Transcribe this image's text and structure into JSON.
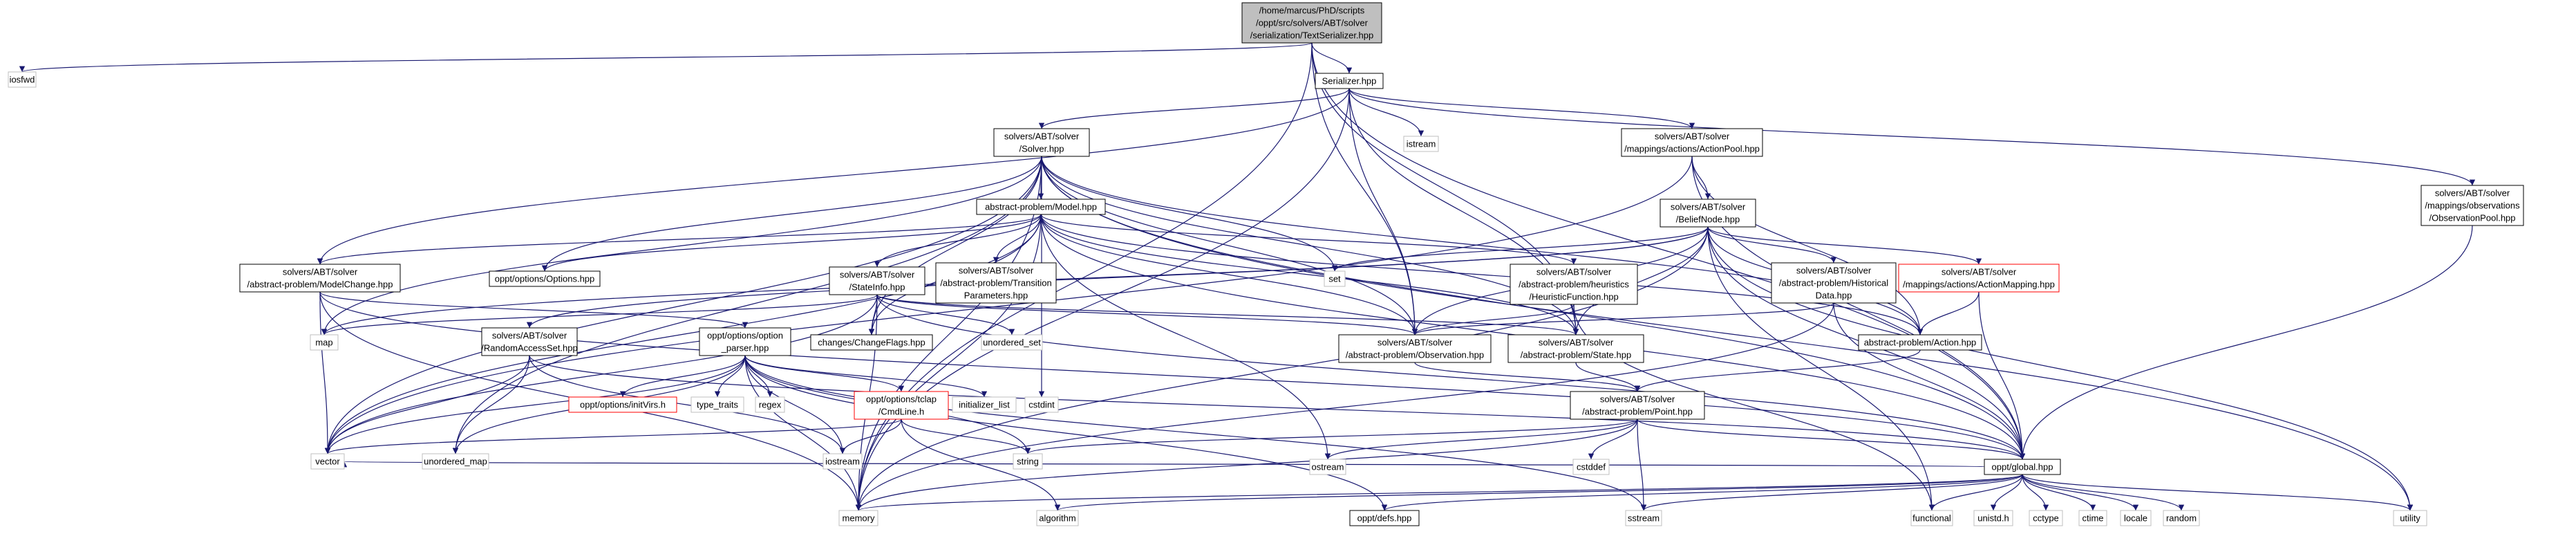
{
  "diagram": {
    "title_lines": [
      "/home/marcus/PhD/scripts",
      "/oppt/src/solvers/ABT/solver",
      "/serialization/TextSerializer.hpp"
    ],
    "nodes": {
      "root": {
        "lines": [
          "/home/marcus/PhD/scripts",
          "/oppt/src/solvers/ABT/solver",
          "/serialization/TextSerializer.hpp"
        ]
      },
      "iosfwd": {
        "lines": [
          "iosfwd"
        ]
      },
      "serializer": {
        "lines": [
          "Serializer.hpp"
        ]
      },
      "solver": {
        "lines": [
          "solvers/ABT/solver",
          "/Solver.hpp"
        ]
      },
      "istream": {
        "lines": [
          "istream"
        ]
      },
      "actionpool": {
        "lines": [
          "solvers/ABT/solver",
          "/mappings/actions/ActionPool.hpp"
        ]
      },
      "obspool": {
        "lines": [
          "solvers/ABT/solver",
          "/mappings/observations",
          "/ObservationPool.hpp"
        ]
      },
      "model": {
        "lines": [
          "abstract-problem/Model.hpp"
        ]
      },
      "beliefnode": {
        "lines": [
          "solvers/ABT/solver",
          "/BeliefNode.hpp"
        ]
      },
      "modelchange": {
        "lines": [
          "solvers/ABT/solver",
          "/abstract-problem/ModelChange.hpp"
        ]
      },
      "options": {
        "lines": [
          "oppt/options/Options.hpp"
        ]
      },
      "stateinfo": {
        "lines": [
          "solvers/ABT/solver",
          "/StateInfo.hpp"
        ]
      },
      "transparams": {
        "lines": [
          "solvers/ABT/solver",
          "/abstract-problem/Transition",
          "Parameters.hpp"
        ]
      },
      "set": {
        "lines": [
          "set"
        ]
      },
      "heuristic": {
        "lines": [
          "solvers/ABT/solver",
          "/abstract-problem/heuristics",
          "/HeuristicFunction.hpp"
        ]
      },
      "historical": {
        "lines": [
          "solvers/ABT/solver",
          "/abstract-problem/Historical",
          "Data.hpp"
        ]
      },
      "actionmapping": {
        "lines": [
          "solvers/ABT/solver",
          "/mappings/actions/ActionMapping.hpp"
        ]
      },
      "map": {
        "lines": [
          "map"
        ]
      },
      "randomaccess": {
        "lines": [
          "solvers/ABT/solver",
          "/RandomAccessSet.hpp"
        ]
      },
      "optionparser": {
        "lines": [
          "oppt/options/option",
          "_parser.hpp"
        ]
      },
      "changeflags": {
        "lines": [
          "changes/ChangeFlags.hpp"
        ]
      },
      "unordered_set": {
        "lines": [
          "unordered_set"
        ]
      },
      "observation": {
        "lines": [
          "solvers/ABT/solver",
          "/abstract-problem/Observation.hpp"
        ]
      },
      "state": {
        "lines": [
          "solvers/ABT/solver",
          "/abstract-problem/State.hpp"
        ]
      },
      "action": {
        "lines": [
          "abstract-problem/Action.hpp"
        ]
      },
      "initvirs": {
        "lines": [
          "oppt/options/initVirs.h"
        ]
      },
      "type_traits": {
        "lines": [
          "type_traits"
        ]
      },
      "regex": {
        "lines": [
          "regex"
        ]
      },
      "cmdline": {
        "lines": [
          "oppt/options/tclap",
          "/CmdLine.h"
        ]
      },
      "initializer_list": {
        "lines": [
          "initializer_list"
        ]
      },
      "cstdint": {
        "lines": [
          "cstdint"
        ]
      },
      "point": {
        "lines": [
          "solvers/ABT/solver",
          "/abstract-problem/Point.hpp"
        ]
      },
      "unordered_map": {
        "lines": [
          "unordered_map"
        ]
      },
      "vector": {
        "lines": [
          "vector"
        ]
      },
      "iostream": {
        "lines": [
          "iostream"
        ]
      },
      "string": {
        "lines": [
          "string"
        ]
      },
      "ostream": {
        "lines": [
          "ostream"
        ]
      },
      "cstddef": {
        "lines": [
          "cstddef"
        ]
      },
      "global": {
        "lines": [
          "oppt/global.hpp"
        ]
      },
      "memory": {
        "lines": [
          "memory"
        ]
      },
      "algorithm": {
        "lines": [
          "algorithm"
        ]
      },
      "defs": {
        "lines": [
          "oppt/defs.hpp"
        ]
      },
      "sstream": {
        "lines": [
          "sstream"
        ]
      },
      "functional": {
        "lines": [
          "functional"
        ]
      },
      "unistd": {
        "lines": [
          "unistd.h"
        ]
      },
      "cctype": {
        "lines": [
          "cctype"
        ]
      },
      "ctime": {
        "lines": [
          "ctime"
        ]
      },
      "locale": {
        "lines": [
          "locale"
        ]
      },
      "random": {
        "lines": [
          "random"
        ]
      },
      "utility": {
        "lines": [
          "utility"
        ]
      }
    },
    "edges": [
      [
        "root",
        "iosfwd"
      ],
      [
        "root",
        "serializer"
      ],
      [
        "root",
        "memory"
      ],
      [
        "root",
        "observation"
      ],
      [
        "root",
        "global"
      ],
      [
        "root",
        "state"
      ],
      [
        "serializer",
        "solver"
      ],
      [
        "serializer",
        "istream"
      ],
      [
        "serializer",
        "actionpool"
      ],
      [
        "serializer",
        "obspool"
      ],
      [
        "serializer",
        "modelchange"
      ],
      [
        "serializer",
        "memory"
      ],
      [
        "serializer",
        "observation"
      ],
      [
        "serializer",
        "state"
      ],
      [
        "solver",
        "model"
      ],
      [
        "solver",
        "options"
      ],
      [
        "solver",
        "set"
      ],
      [
        "solver",
        "map"
      ],
      [
        "solver",
        "vector"
      ],
      [
        "solver",
        "memory"
      ],
      [
        "solver",
        "unordered_map"
      ],
      [
        "solver",
        "changeflags"
      ],
      [
        "solver",
        "observation"
      ],
      [
        "solver",
        "state"
      ],
      [
        "solver",
        "action"
      ],
      [
        "solver",
        "global"
      ],
      [
        "solver",
        "utility"
      ],
      [
        "solver",
        "cstdint"
      ],
      [
        "actionpool",
        "beliefnode"
      ],
      [
        "actionpool",
        "global"
      ],
      [
        "actionpool",
        "action"
      ],
      [
        "actionpool",
        "vector"
      ],
      [
        "obspool",
        "global"
      ],
      [
        "model",
        "modelchange"
      ],
      [
        "model",
        "options"
      ],
      [
        "model",
        "stateinfo"
      ],
      [
        "model",
        "transparams"
      ],
      [
        "model",
        "heuristic"
      ],
      [
        "model",
        "observation"
      ],
      [
        "model",
        "state"
      ],
      [
        "model",
        "action"
      ],
      [
        "model",
        "changeflags"
      ],
      [
        "model",
        "memory"
      ],
      [
        "model",
        "vector"
      ],
      [
        "model",
        "ostream"
      ],
      [
        "model",
        "global"
      ],
      [
        "beliefnode",
        "set"
      ],
      [
        "beliefnode",
        "map"
      ],
      [
        "beliefnode",
        "historical"
      ],
      [
        "beliefnode",
        "actionmapping"
      ],
      [
        "beliefnode",
        "observation"
      ],
      [
        "beliefnode",
        "state"
      ],
      [
        "beliefnode",
        "action"
      ],
      [
        "beliefnode",
        "global"
      ],
      [
        "beliefnode",
        "memory"
      ],
      [
        "beliefnode",
        "utility"
      ],
      [
        "beliefnode",
        "functional"
      ],
      [
        "beliefnode",
        "randomaccess"
      ],
      [
        "modelchange",
        "optionparser"
      ],
      [
        "modelchange",
        "vector"
      ],
      [
        "modelchange",
        "memory"
      ],
      [
        "modelchange",
        "global"
      ],
      [
        "stateinfo",
        "map"
      ],
      [
        "stateinfo",
        "unordered_set"
      ],
      [
        "stateinfo",
        "changeflags"
      ],
      [
        "stateinfo",
        "observation"
      ],
      [
        "stateinfo",
        "state"
      ],
      [
        "stateinfo",
        "memory"
      ],
      [
        "stateinfo",
        "vector"
      ],
      [
        "stateinfo",
        "global"
      ],
      [
        "heuristic",
        "observation"
      ],
      [
        "heuristic",
        "state"
      ],
      [
        "heuristic",
        "functional"
      ],
      [
        "historical",
        "observation"
      ],
      [
        "historical",
        "memory"
      ],
      [
        "historical",
        "global"
      ],
      [
        "actionmapping",
        "action"
      ],
      [
        "actionmapping",
        "global"
      ],
      [
        "randomaccess",
        "unordered_map"
      ],
      [
        "randomaccess",
        "vector"
      ],
      [
        "randomaccess",
        "iostream"
      ],
      [
        "randomaccess",
        "global"
      ],
      [
        "optionparser",
        "initvirs"
      ],
      [
        "optionparser",
        "type_traits"
      ],
      [
        "optionparser",
        "regex"
      ],
      [
        "optionparser",
        "cmdline"
      ],
      [
        "optionparser",
        "initializer_list"
      ],
      [
        "optionparser",
        "unordered_map"
      ],
      [
        "optionparser",
        "memory"
      ],
      [
        "optionparser",
        "iostream"
      ],
      [
        "optionparser",
        "string"
      ],
      [
        "optionparser",
        "defs"
      ],
      [
        "optionparser",
        "sstream"
      ],
      [
        "optionparser",
        "vector"
      ],
      [
        "cmdline",
        "vector"
      ],
      [
        "cmdline",
        "iostream"
      ],
      [
        "cmdline",
        "string"
      ],
      [
        "cmdline",
        "algorithm"
      ],
      [
        "observation",
        "point"
      ],
      [
        "state",
        "point"
      ],
      [
        "action",
        "point"
      ],
      [
        "point",
        "string"
      ],
      [
        "point",
        "ostream"
      ],
      [
        "point",
        "cstddef"
      ],
      [
        "point",
        "memory"
      ],
      [
        "point",
        "sstream"
      ],
      [
        "point",
        "global"
      ],
      [
        "global",
        "memory"
      ],
      [
        "global",
        "algorithm"
      ],
      [
        "global",
        "defs"
      ],
      [
        "global",
        "sstream"
      ],
      [
        "global",
        "functional"
      ],
      [
        "global",
        "unistd"
      ],
      [
        "global",
        "cctype"
      ],
      [
        "global",
        "ctime"
      ],
      [
        "global",
        "locale"
      ],
      [
        "global",
        "random"
      ],
      [
        "global",
        "utility"
      ],
      [
        "global",
        "vector"
      ]
    ]
  }
}
